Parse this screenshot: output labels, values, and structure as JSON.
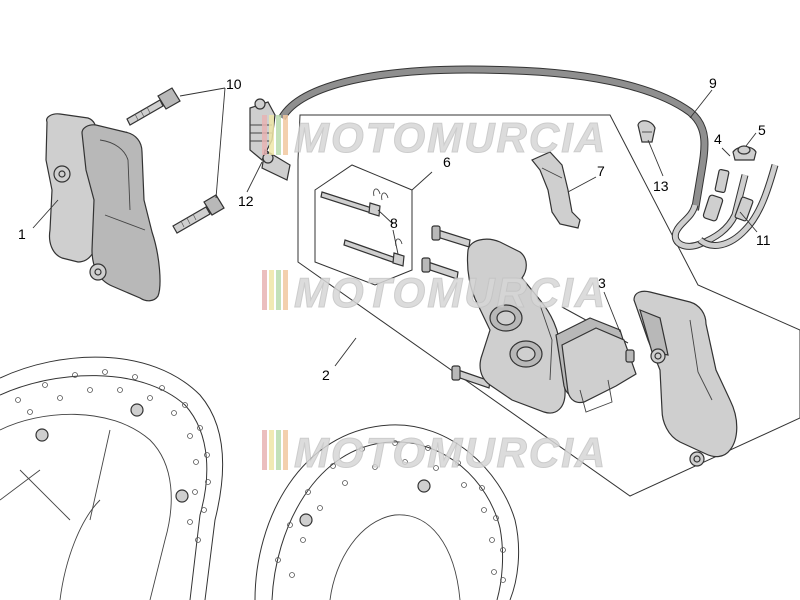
{
  "diagram": {
    "watermark": "MOTOMURCIA",
    "watermark_colors": [
      "#e8b3b3",
      "#efe7a8",
      "#b9dcae",
      "#f2c8a0"
    ],
    "callouts": [
      "1",
      "2",
      "3",
      "4",
      "5",
      "6",
      "7",
      "8",
      "9",
      "10",
      "11",
      "12",
      "13"
    ]
  }
}
